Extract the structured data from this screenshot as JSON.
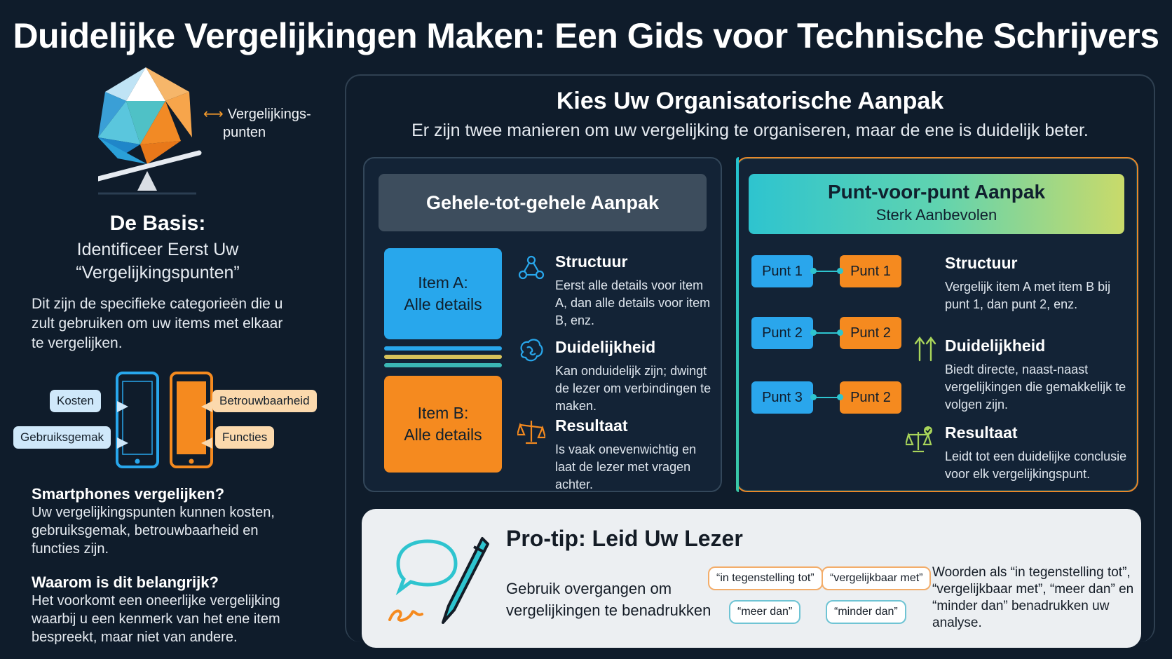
{
  "title": "Duidelijke Vergelijkingen Maken: Een Gids voor Technische Schrijvers",
  "left": {
    "gem_label_1": "Vergelijkings-",
    "gem_label_2": "punten",
    "basis_title": "De Basis:",
    "basis_sub_1": "Identificeer Eerst Uw",
    "basis_sub_2": "“Vergelijkingspunten”",
    "basis_desc": "Dit zijn de specifieke categorieën die u zult gebruiken om uw items met elkaar te vergelijken.",
    "tags": {
      "kosten": "Kosten",
      "gebruiksgemak": "Gebruiksgemak",
      "betrouwbaarheid": "Betrouwbaarheid",
      "functies": "Functies"
    },
    "q1_title": "Smartphones vergelijken?",
    "q1_text": "Uw vergelijkingspunten kunnen kosten, gebruiksgemak, betrouwbaarheid en functies zijn.",
    "q2_title": "Waarom is dit belangrijk?",
    "q2_text": "Het voorkomt een oneerlijke vergelijking waarbij u een kenmerk van het ene item bespreekt, maar niet van andere."
  },
  "main": {
    "title": "Kies Uw Organisatorische Aanpak",
    "subtitle": "Er zijn twee manieren om uw vergelijking te organiseren, maar de ene is duidelijk beter."
  },
  "panel_a": {
    "heading": "Gehele-tot-gehele Aanpak",
    "item_a_1": "Item A:",
    "item_a_2": "Alle details",
    "item_b_1": "Item B:",
    "item_b_2": "Alle details",
    "f1_title": "Structuur",
    "f1_text": "Eerst alle details voor item A, dan alle details voor item B, enz.",
    "f2_title": "Duidelijkheid",
    "f2_text": "Kan onduidelijk zijn; dwingt de lezer om verbindingen te maken.",
    "f3_title": "Resultaat",
    "f3_text": "Is vaak onevenwichtig en laat de lezer met vragen achter."
  },
  "panel_b": {
    "heading": "Punt-voor-punt Aanpak",
    "subheading": "Sterk Aanbevolen",
    "left_points": [
      "Punt 1",
      "Punt 2",
      "Punt 3"
    ],
    "right_points": [
      "Punt 1",
      "Punt 2",
      "Punt 2"
    ],
    "f1_title": "Structuur",
    "f1_text": "Vergelijk item A met item B bij punt 1, dan punt 2, enz.",
    "f2_title": "Duidelijkheid",
    "f2_text": "Biedt directe, naast-naast vergelijkingen die gemakkelijk te volgen zijn.",
    "f3_title": "Resultaat",
    "f3_text": "Leidt tot een duidelijke conclusie voor elk vergelijkingspunt."
  },
  "tip": {
    "title": "Pro-tip: Leid Uw Lezer",
    "text_1": "Gebruik overgangen om",
    "text_2": "vergelijkingen te benadrukken",
    "bubbles": [
      "“in tegenstelling tot”",
      "“vergelijkbaar met”",
      "“meer dan”",
      "“minder dan”"
    ],
    "right_text": "Woorden als “in tegenstelling tot”, “vergelijkbaar met”, “meer dan” en “minder dan” benadrukken uw analyse."
  },
  "colors": {
    "background": "#0f1c2b",
    "blue": "#28a7ec",
    "orange": "#f58a1f",
    "teal": "#2ec4cf",
    "tip_bg": "#eceff2"
  }
}
